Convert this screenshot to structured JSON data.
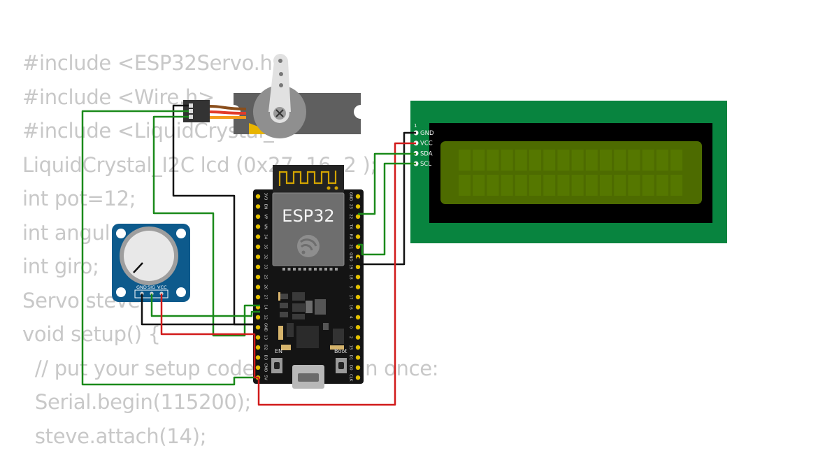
{
  "code_lines": [
    "#include <ESP32Servo.h>",
    "#include <Wire.h>",
    "#include <LiquidCrystal_",
    "LiquidCrystal_I2C lcd (0x27, 16, 2 );",
    "int pot=12;",
    "int angul",
    "int giro;",
    "Servo steve",
    "void setup() {",
    "  // put your setup code here, to run once:",
    "  Serial.begin(115200);",
    "  steve.attach(14);"
  ],
  "esp32": {
    "label": "ESP32",
    "btn_en": "EN",
    "btn_boot": "Boot",
    "left_pins": [
      "3V3",
      "EN",
      "VP",
      "VN",
      "34",
      "35",
      "32",
      "33",
      "25",
      "26",
      "27",
      "14",
      "12",
      "GND",
      "13",
      "D2",
      "D3",
      "CMD",
      "5V"
    ],
    "right_pins": [
      "GND",
      "23",
      "22",
      "TX",
      "RX",
      "21",
      "GND",
      "19",
      "18",
      "5",
      "17",
      "16",
      "4",
      "0",
      "2",
      "15",
      "D1",
      "D0",
      "CLK"
    ]
  },
  "lcd": {
    "pin1_label": "1",
    "pins": [
      "GND",
      "VCC",
      "SDA",
      "SCL"
    ]
  },
  "pot": {
    "pins": [
      "GND",
      "SIG",
      "VCC"
    ]
  },
  "colors": {
    "wire_green": "#1a8a1a",
    "wire_black": "#111111",
    "wire_red": "#d11a1a",
    "lcd_pcb": "#08843f",
    "lcd_screen": "#4d6b00",
    "pot_pcb": "#0d5a8c",
    "esp_board": "#141414",
    "servo_body": "#5e5e5e"
  }
}
